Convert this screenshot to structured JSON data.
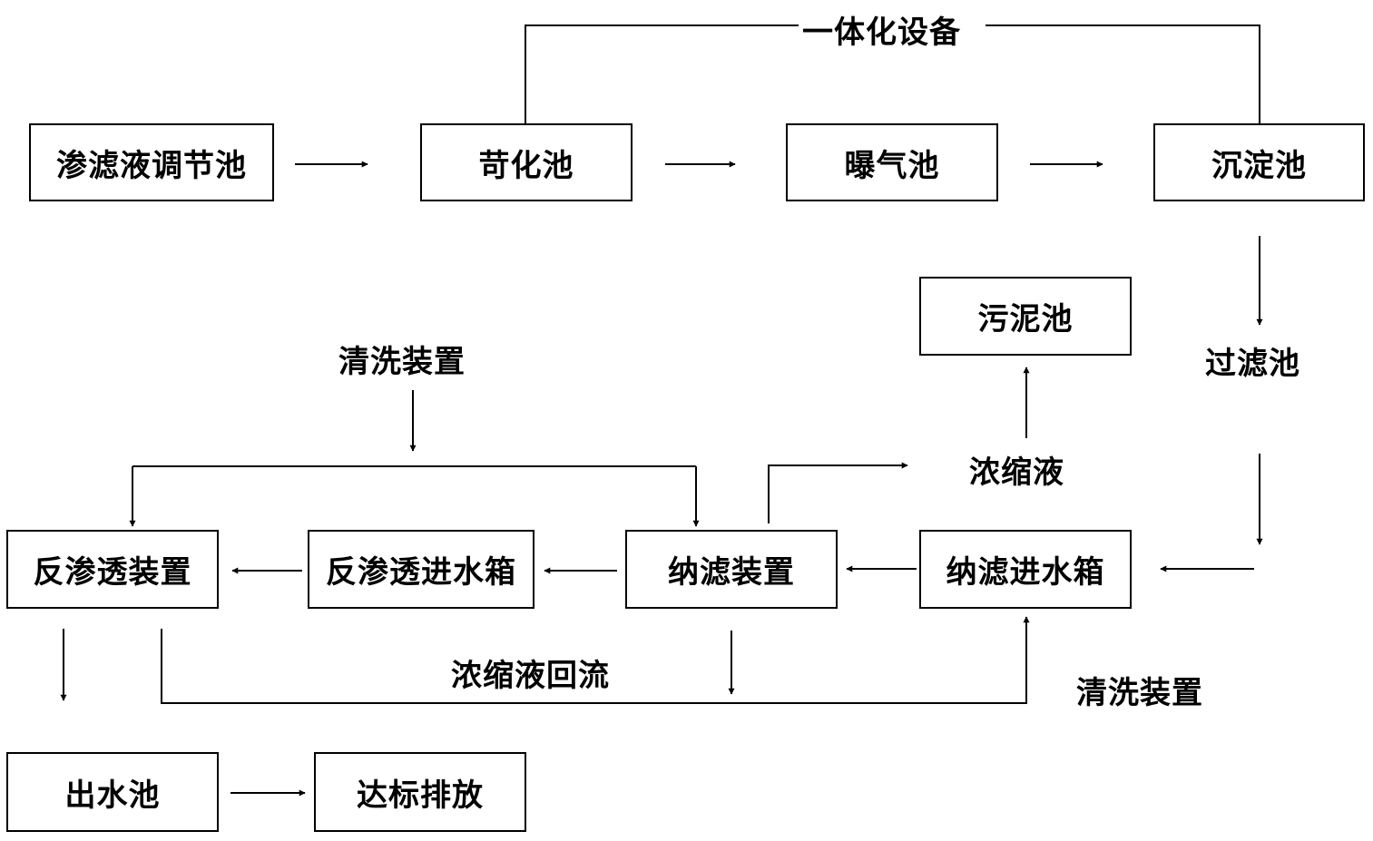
{
  "nodes": {
    "leachate_tank": "渗滤液调节池",
    "nitrification_tank": "苛化池",
    "aeration_tank": "曝气池",
    "sedimentation_tank": "沉淀池",
    "sludge_tank": "污泥池",
    "nf_inlet_tank": "纳滤进水箱",
    "nf_device": "纳滤装置",
    "ro_inlet_tank": "反渗透进水箱",
    "ro_device": "反渗透装置",
    "outlet_tank": "出水池",
    "discharge": "达标排放"
  },
  "labels": {
    "integrated_equipment": "一体化设备",
    "filter_tank": "过滤池",
    "cleaning_device_top": "清洗装置",
    "concentrate": "浓缩液",
    "concentrate_reflux": "浓缩液回流",
    "cleaning_device_right": "清洗装置"
  }
}
